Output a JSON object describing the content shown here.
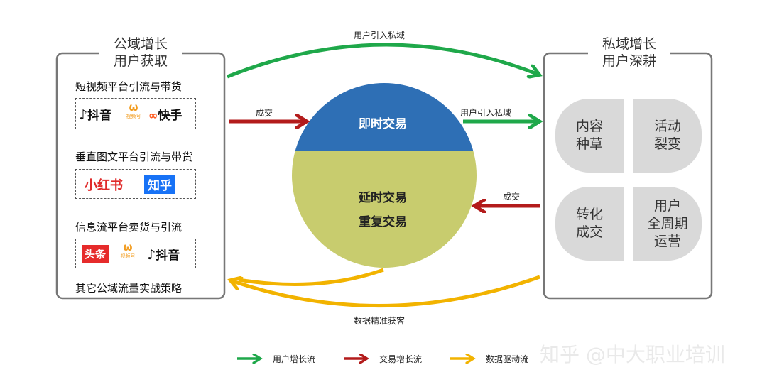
{
  "left_panel": {
    "title_line1": "公域增长",
    "title_line2": "用户获取",
    "sections": [
      {
        "label": "短视频平台引流与带货",
        "logos": [
          "抖音",
          "视频号",
          "快手"
        ]
      },
      {
        "label": "垂直图文平台引流与带货",
        "logos": [
          "小红书",
          "知乎"
        ]
      },
      {
        "label": "信息流平台卖货与引流",
        "logos": [
          "头条",
          "视频号",
          "抖音"
        ]
      }
    ],
    "footer": "其它公域流量实战策略"
  },
  "right_panel": {
    "title_line1": "私域增长",
    "title_line2": "用户深耕",
    "pills": [
      {
        "line1": "内容",
        "line2": "种草",
        "line3": ""
      },
      {
        "line1": "活动",
        "line2": "裂变",
        "line3": ""
      },
      {
        "line1": "转化",
        "line2": "成交",
        "line3": ""
      },
      {
        "line1": "用户",
        "line2": "全周期",
        "line3": "运营"
      }
    ]
  },
  "circle": {
    "top_text": "即时交易",
    "bottom_text1": "延时交易",
    "bottom_text2": "重复交易"
  },
  "flows": {
    "top_arc": "用户引入私域",
    "left_to_circle": "成交",
    "circle_to_right": "用户引入私域",
    "right_to_circle": "成交",
    "bottom_arc": "数据精准获客"
  },
  "legend": [
    {
      "label": "用户增长流",
      "color": "#1fa84a"
    },
    {
      "label": "交易增长流",
      "color": "#b31b1b"
    },
    {
      "label": "数据驱动流",
      "color": "#f2b300"
    }
  ],
  "watermark": "知乎 @中大职业培训",
  "colors": {
    "green": "#1fa84a",
    "red": "#b31b1b",
    "yellow": "#f2b300",
    "circle_top": "#2e6fb5",
    "circle_bottom": "#c8cc6e",
    "panel_border": "#777777",
    "pill": "#d9d9d9"
  }
}
